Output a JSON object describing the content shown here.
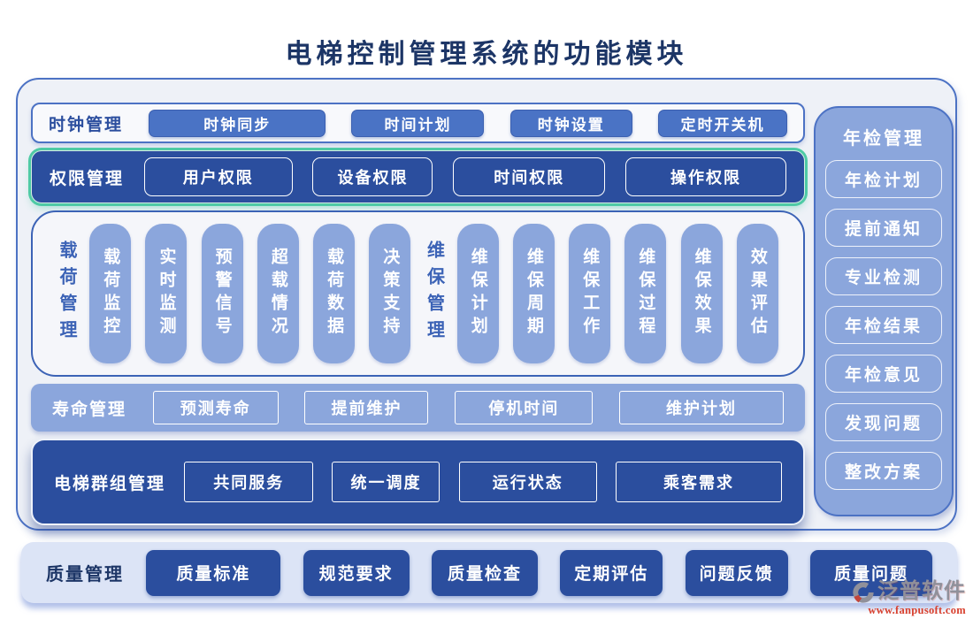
{
  "title": "电梯控制管理系统的功能模块",
  "clock": {
    "label": "时钟管理",
    "items": [
      "时钟同步",
      "时间计划",
      "时钟设置",
      "定时开关机"
    ]
  },
  "permission": {
    "label": "权限管理",
    "items": [
      "用户权限",
      "设备权限",
      "时间权限",
      "操作权限"
    ]
  },
  "load": {
    "label": "载荷管理",
    "items": [
      "载荷监控",
      "实时监测",
      "预警信号",
      "超载情况",
      "载荷数据",
      "决策支持"
    ]
  },
  "maintenance": {
    "label": "维保管理",
    "items": [
      "维保计划",
      "维保周期",
      "维保工作",
      "维保过程",
      "维保效果",
      "效果评估"
    ]
  },
  "lifespan": {
    "label": "寿命管理",
    "items": [
      "预测寿命",
      "提前维护",
      "停机时间",
      "维护计划"
    ]
  },
  "elevator_group": {
    "label": "电梯群组管理",
    "items": [
      "共同服务",
      "统一调度",
      "运行状态",
      "乘客需求"
    ]
  },
  "annual_inspection": {
    "title": "年检管理",
    "items": [
      "年检计划",
      "提前通知",
      "专业检测",
      "年检结果",
      "年检意见",
      "发现问题",
      "整改方案"
    ]
  },
  "quality": {
    "label": "质量管理",
    "items": [
      "质量标准",
      "规范要求",
      "质量检查",
      "定期评估",
      "问题反馈",
      "质量问题"
    ]
  },
  "watermark": {
    "brand": "泛普软件",
    "url": "www.fanpusoft.com"
  },
  "colors": {
    "title_navy": "#1c3566",
    "dark_blue_band": "#2b4e9e",
    "medium_blue_button": "#4a73c5",
    "periwinkle": "#8ba6dc",
    "teal_glow": "#4ecaa5",
    "panel_border": "#4c72c4",
    "panel_bg": "#eef1f7",
    "bottom_band_bg": "#dce4f6",
    "watermark_gray": "#90909a",
    "watermark_red": "#d8402e"
  }
}
